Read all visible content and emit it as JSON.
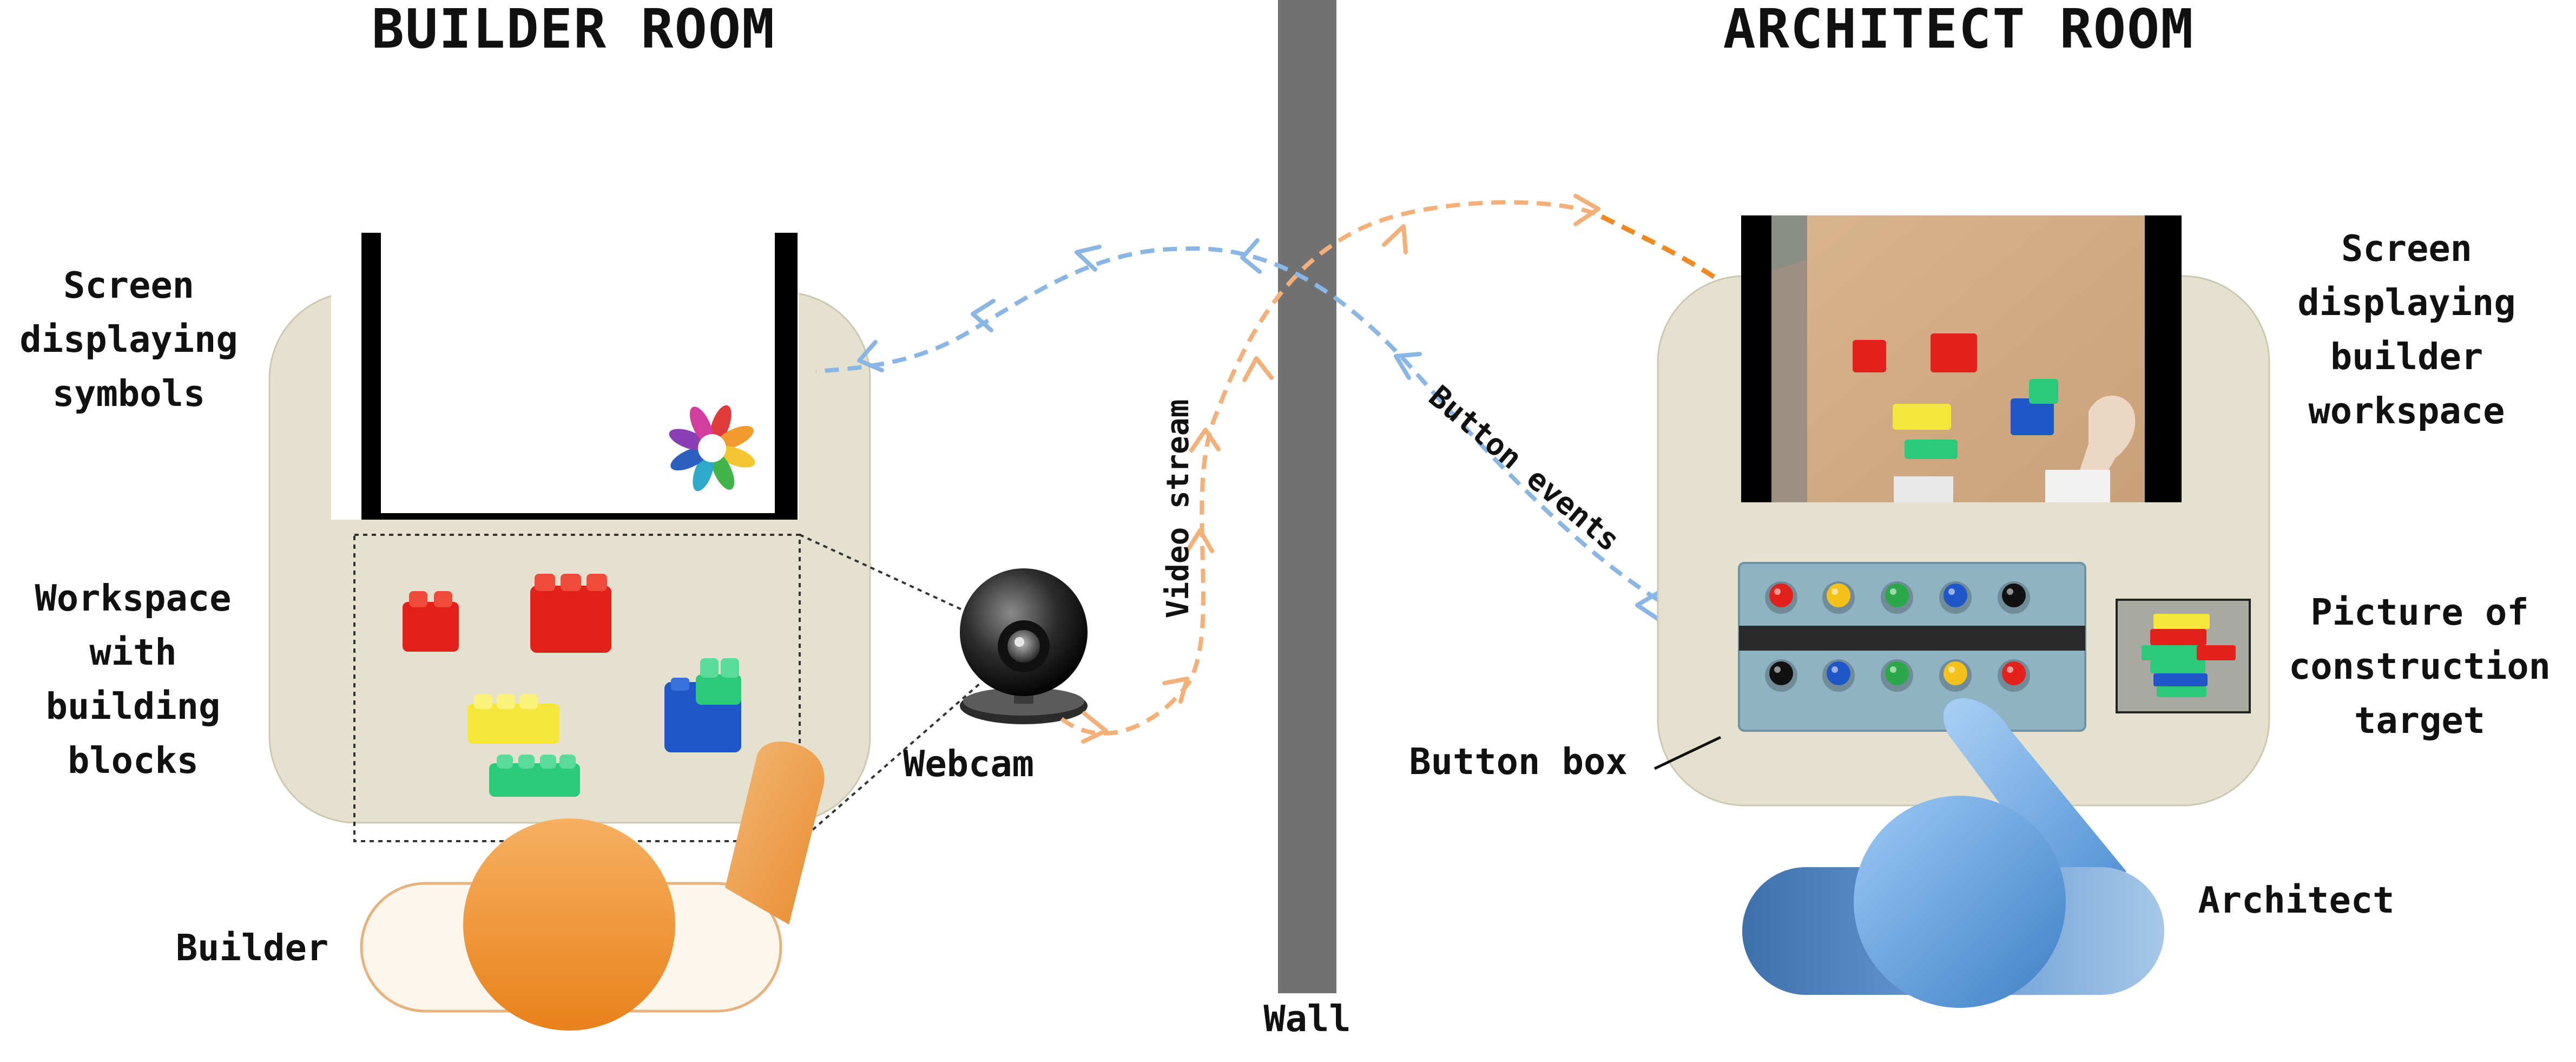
{
  "builder_room": {
    "title": "BUILDER ROOM",
    "screen_label": [
      "Screen",
      "displaying",
      "symbols"
    ],
    "workspace_label": [
      "Workspace",
      "with",
      "building",
      "blocks"
    ],
    "person_label": "Builder",
    "webcam_label": "Webcam"
  },
  "wall_label": "Wall",
  "architect_room": {
    "title": "ARCHITECT ROOM",
    "screen_label": [
      "Screen",
      "displaying",
      "builder",
      "workspace"
    ],
    "target_label": [
      "Picture of",
      "construction",
      "target"
    ],
    "button_box_label": "Button box",
    "person_label": "Architect"
  },
  "arrows": {
    "video_stream": "Video stream",
    "button_events": "Button events"
  },
  "colors": {
    "builder_orange": "#ef8a22",
    "architect_blue": "#5b93cf",
    "desk_fill": "#e4e1cf",
    "wall_gray": "#717171",
    "arrow_orange": "#f5b07a",
    "arrow_blue": "#8ab6e6",
    "block_red": "#e2211c",
    "block_yellow": "#f4e73a",
    "block_blue": "#1f57c8",
    "block_green": "#2bc97a"
  }
}
